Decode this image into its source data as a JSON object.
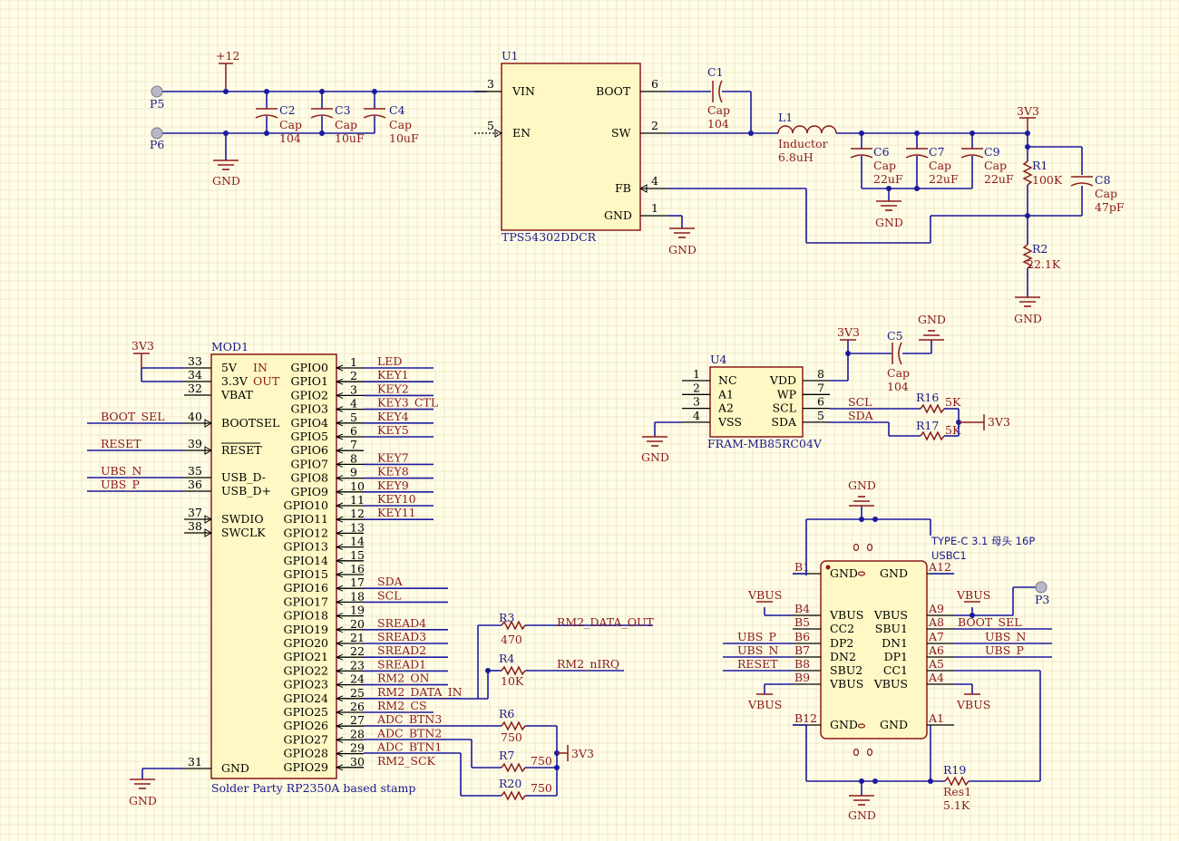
{
  "power_regulator": {
    "ref": "U1",
    "part": "TPS54302DDCR",
    "pins": [
      {
        "num": "3",
        "name": "VIN"
      },
      {
        "num": "5",
        "name": "EN"
      },
      {
        "num": "6",
        "name": "BOOT"
      },
      {
        "num": "2",
        "name": "SW"
      },
      {
        "num": "4",
        "name": "FB"
      },
      {
        "num": "1",
        "name": "GND"
      }
    ],
    "ports": {
      "p5": "P5",
      "p6": "P6",
      "p3": "P3"
    },
    "net_12v": "+12",
    "c2": {
      "ref": "C2",
      "type": "Cap",
      "value": "104"
    },
    "c3": {
      "ref": "C3",
      "type": "Cap",
      "value": "10uF"
    },
    "c4": {
      "ref": "C4",
      "type": "Cap",
      "value": "10uF"
    },
    "c1": {
      "ref": "C1",
      "type": "Cap",
      "value": "104"
    },
    "l1": {
      "ref": "L1",
      "type": "Inductor",
      "value": "6.8uH"
    },
    "c6": {
      "ref": "C6",
      "type": "Cap",
      "value": "22uF"
    },
    "c7": {
      "ref": "C7",
      "type": "Cap",
      "value": "22uF"
    },
    "c9": {
      "ref": "C9",
      "type": "Cap",
      "value": "22uF"
    },
    "c8": {
      "ref": "C8",
      "type": "Cap",
      "value": "47pF"
    },
    "r1": {
      "ref": "R1",
      "value": "100K"
    },
    "r2": {
      "ref": "R2",
      "value": "22.1K"
    },
    "net_3v3": "3V3"
  },
  "gnd_label": "GND",
  "mcu": {
    "ref": "MOD1",
    "part": "Solder Party RP2350A based stamp",
    "net_3v3": "3V3",
    "left_pins": [
      {
        "num": "33",
        "name": "5V",
        "tag": "IN"
      },
      {
        "num": "34",
        "name": "3.3V",
        "tag": "OUT"
      },
      {
        "num": "32",
        "name": "VBAT",
        "tag": ""
      },
      {
        "num": "40",
        "name": "BOOTSEL",
        "tag": ""
      },
      {
        "num": "39",
        "name": "RESET",
        "tag": ""
      },
      {
        "num": "35",
        "name": "USB_D-",
        "tag": ""
      },
      {
        "num": "36",
        "name": "USB_D+",
        "tag": ""
      },
      {
        "num": "37",
        "name": "SWDIO",
        "tag": ""
      },
      {
        "num": "38",
        "name": "SWCLK",
        "tag": ""
      },
      {
        "num": "31",
        "name": "GND",
        "tag": ""
      }
    ],
    "left_nets": [
      "BOOT_SEL",
      "RESET",
      "UBS_N",
      "UBS_P"
    ],
    "gpio": [
      {
        "num": "1",
        "name": "GPIO0",
        "net": "LED"
      },
      {
        "num": "2",
        "name": "GPIO1",
        "net": "KEY1"
      },
      {
        "num": "3",
        "name": "GPIO2",
        "net": "KEY2"
      },
      {
        "num": "4",
        "name": "GPIO3",
        "net": "KEY3_CTL"
      },
      {
        "num": "5",
        "name": "GPIO4",
        "net": "KEY4"
      },
      {
        "num": "6",
        "name": "GPIO5",
        "net": "KEY5"
      },
      {
        "num": "7",
        "name": "GPIO6",
        "net": ""
      },
      {
        "num": "8",
        "name": "GPIO7",
        "net": "KEY7"
      },
      {
        "num": "9",
        "name": "GPIO8",
        "net": "KEY8"
      },
      {
        "num": "10",
        "name": "GPIO9",
        "net": "KEY9"
      },
      {
        "num": "11",
        "name": "GPIO10",
        "net": "KEY10"
      },
      {
        "num": "12",
        "name": "GPIO11",
        "net": "KEY11"
      },
      {
        "num": "13",
        "name": "GPIO12",
        "net": ""
      },
      {
        "num": "14",
        "name": "GPIO13",
        "net": ""
      },
      {
        "num": "15",
        "name": "GPIO14",
        "net": ""
      },
      {
        "num": "16",
        "name": "GPIO15",
        "net": ""
      },
      {
        "num": "17",
        "name": "GPIO16",
        "net": "SDA"
      },
      {
        "num": "18",
        "name": "GPIO17",
        "net": "SCL"
      },
      {
        "num": "19",
        "name": "GPIO18",
        "net": ""
      },
      {
        "num": "20",
        "name": "GPIO19",
        "net": "SREAD4"
      },
      {
        "num": "21",
        "name": "GPIO20",
        "net": "SREAD3"
      },
      {
        "num": "22",
        "name": "GPIO21",
        "net": "SREAD2"
      },
      {
        "num": "23",
        "name": "GPIO22",
        "net": "SREAD1"
      },
      {
        "num": "24",
        "name": "GPIO23",
        "net": "RM2_ON"
      },
      {
        "num": "25",
        "name": "GPIO24",
        "net": "RM2_DATA_IN"
      },
      {
        "num": "26",
        "name": "GPIO25",
        "net": "RM2_CS"
      },
      {
        "num": "27",
        "name": "GPIO26",
        "net": "ADC_BTN3"
      },
      {
        "num": "28",
        "name": "GPIO27",
        "net": "ADC_BTN2"
      },
      {
        "num": "29",
        "name": "GPIO28",
        "net": "ADC_BTN1"
      },
      {
        "num": "30",
        "name": "GPIO29",
        "net": "RM2_SCK"
      }
    ],
    "r3": {
      "ref": "R3",
      "value": "470",
      "net": "RM2_DATA_OUT"
    },
    "r4": {
      "ref": "R4",
      "value": "10K",
      "net": "RM2_nIRQ"
    },
    "r6": {
      "ref": "R6",
      "value": "750"
    },
    "r7": {
      "ref": "R7",
      "value": "750"
    },
    "r20": {
      "ref": "R20",
      "value": "750"
    }
  },
  "fram": {
    "ref": "U4",
    "part": "FRAM-MB85RC04V",
    "left_pins": [
      {
        "num": "1",
        "name": "NC"
      },
      {
        "num": "2",
        "name": "A1"
      },
      {
        "num": "3",
        "name": "A2"
      },
      {
        "num": "4",
        "name": "VSS"
      }
    ],
    "right_pins": [
      {
        "num": "8",
        "name": "VDD"
      },
      {
        "num": "7",
        "name": "WP"
      },
      {
        "num": "6",
        "name": "SCL"
      },
      {
        "num": "5",
        "name": "SDA"
      }
    ],
    "net_3v3": "3V3",
    "c5": {
      "ref": "C5",
      "type": "Cap",
      "value": "104"
    },
    "r16": {
      "ref": "R16",
      "value": "5K"
    },
    "r17": {
      "ref": "R17",
      "value": "5K"
    },
    "nets": [
      "SCL",
      "SDA"
    ]
  },
  "usb": {
    "ref": "USBC1",
    "part": "TYPE-C 3.1 母头 16P",
    "left_pins": [
      {
        "num": "B1",
        "name": "GND"
      },
      {
        "num": "B4",
        "name": "VBUS"
      },
      {
        "num": "B5",
        "name": "CC2"
      },
      {
        "num": "B6",
        "name": "DP2"
      },
      {
        "num": "B7",
        "name": "DN2"
      },
      {
        "num": "B8",
        "name": "SBU2"
      },
      {
        "num": "B9",
        "name": "VBUS"
      },
      {
        "num": "B12",
        "name": "GND"
      }
    ],
    "right_pins": [
      {
        "num": "A12",
        "name": "GND"
      },
      {
        "num": "A9",
        "name": "VBUS"
      },
      {
        "num": "A8",
        "name": "SBU1"
      },
      {
        "num": "A7",
        "name": "DN1"
      },
      {
        "num": "A6",
        "name": "DP1"
      },
      {
        "num": "A5",
        "name": "CC1"
      },
      {
        "num": "A4",
        "name": "VBUS"
      },
      {
        "num": "A1",
        "name": "GND"
      }
    ],
    "left_nets": [
      "UBS_P",
      "UBS_N",
      "RESET"
    ],
    "right_nets": [
      "BOOT_SEL",
      "UBS_N",
      "UBS_P"
    ],
    "vbus": "VBUS",
    "r19": {
      "ref": "R19",
      "type": "Res1",
      "value": "5.1K"
    }
  },
  "colors": {
    "wire": "#1a1aa0",
    "part": "#8b1a1a",
    "body": "#fff8c4",
    "background": "#fffde7"
  }
}
